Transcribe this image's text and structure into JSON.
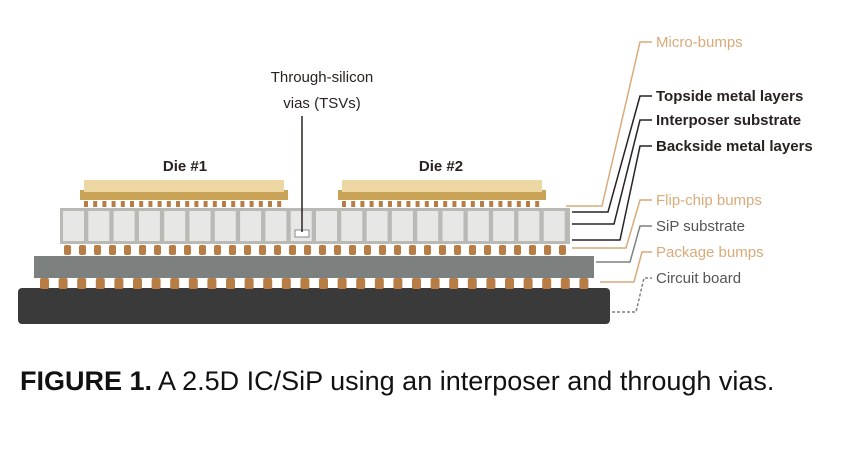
{
  "figure": {
    "dies": [
      {
        "label": "Die #1"
      },
      {
        "label": "Die #2"
      }
    ],
    "tsv_label": {
      "line1": "Through-silicon",
      "line2": "vias (TSVs)"
    },
    "callouts": [
      {
        "id": "micro-bumps",
        "text": "Micro-bumps",
        "color": "#d9aa7a",
        "weight": "normal"
      },
      {
        "id": "topside-metal",
        "text": "Topside metal layers",
        "color": "#2a2220",
        "weight": "bold"
      },
      {
        "id": "interposer-substrate",
        "text": "Interposer substrate",
        "color": "#2a2220",
        "weight": "bold"
      },
      {
        "id": "backside-metal",
        "text": "Backside metal layers",
        "color": "#2a2220",
        "weight": "bold"
      },
      {
        "id": "flip-chip-bumps",
        "text": "Flip-chip bumps",
        "color": "#d9aa7a",
        "weight": "normal"
      },
      {
        "id": "sip-substrate",
        "text": "SiP substrate",
        "color": "#555555",
        "weight": "normal"
      },
      {
        "id": "package-bumps",
        "text": "Package bumps",
        "color": "#d9aa7a",
        "weight": "normal"
      },
      {
        "id": "circuit-board",
        "text": "Circuit board",
        "color": "#555555",
        "weight": "normal"
      }
    ],
    "colors": {
      "die_gold": "#c8a255",
      "die_light": "#ecd7a2",
      "interposer_cell": "#e7e7e5",
      "interposer_gap": "#b9b9b6",
      "bump_copper": "#b77d45",
      "sip_substrate": "#7c817f",
      "circuit_board": "#3a3a3a",
      "leader_orange": "#d9aa7a",
      "leader_dark": "#2a2220"
    }
  },
  "caption": {
    "lead": "FIGURE 1.",
    "text": " A 2.5D IC/SiP using an interposer and through vias."
  }
}
